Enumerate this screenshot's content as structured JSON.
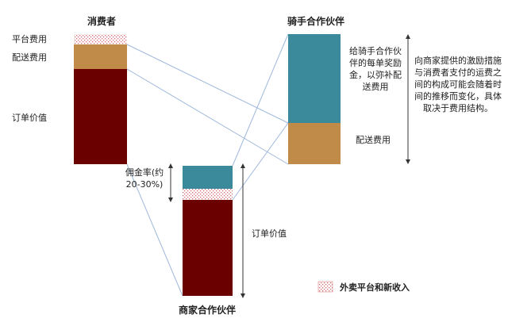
{
  "colors": {
    "order_value": "#6b0000",
    "delivery_fee": "#c08a49",
    "rider_incentive": "#3a8a9c",
    "platform_revenue_hatch": "#d36a6a",
    "connector_line": "#9fb8dc",
    "arrow": "#333333"
  },
  "consumer": {
    "title": "消费者",
    "platform_fee_label": "平台费用",
    "delivery_fee_label": "配送费用",
    "order_value_label": "订单价值"
  },
  "rider": {
    "title": "骑手合作伙伴",
    "incentive_label": "给骑手合作伙伴的每单奖励金，以弥补配送费用",
    "delivery_fee_label": "配送费用"
  },
  "merchant": {
    "title": "商家合作伙伴",
    "commission_label": "佣金率(约20-30%)",
    "order_value_label": "订单价值"
  },
  "note": "向商家提供的激励措施与消费者支付的运费之间的构成可能会随着时间的推移而变化，具体取决于费用结构。",
  "legend": {
    "hatch_label": "外卖平台和新收入",
    "hatch_icon": "hatched-square"
  }
}
